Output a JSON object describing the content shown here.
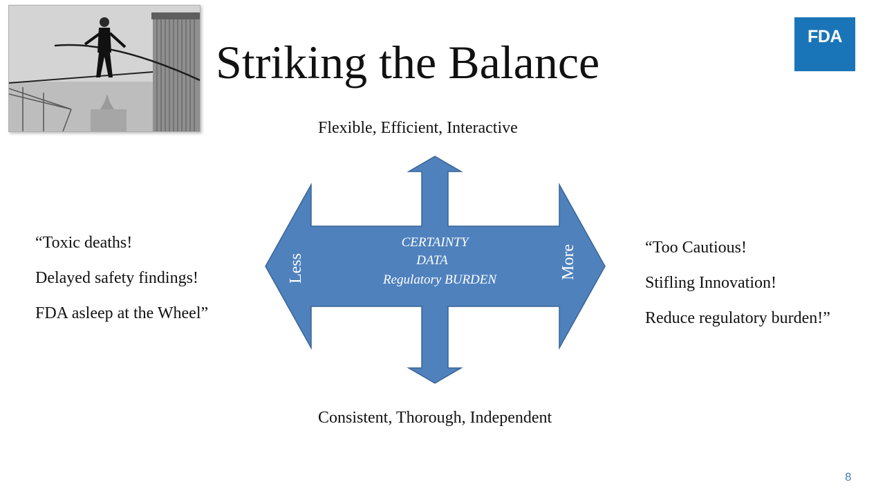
{
  "slide": {
    "title": "Striking the Balance",
    "logo_text": "FDA",
    "page_number": "8"
  },
  "diagram": {
    "top_label": "Flexible, Efficient, Interactive",
    "bottom_label": "Consistent, Thorough, Independent",
    "left_end_label": "Less",
    "right_end_label": "More",
    "center_lines": [
      "CERTAINTY",
      "DATA",
      "Regulatory BURDEN"
    ]
  },
  "quotes": {
    "left": [
      "“Toxic deaths!",
      "Delayed safety findings!",
      "FDA asleep at the Wheel”"
    ],
    "right": [
      "“Too Cautious!",
      "Stifling Innovation!",
      "Reduce regulatory burden!”"
    ]
  },
  "colors": {
    "arrow_fill": "#4f81bd",
    "arrow_stroke": "#3a6494",
    "logo_bg": "#1a75b8",
    "page_number": "#4a7fb8"
  }
}
